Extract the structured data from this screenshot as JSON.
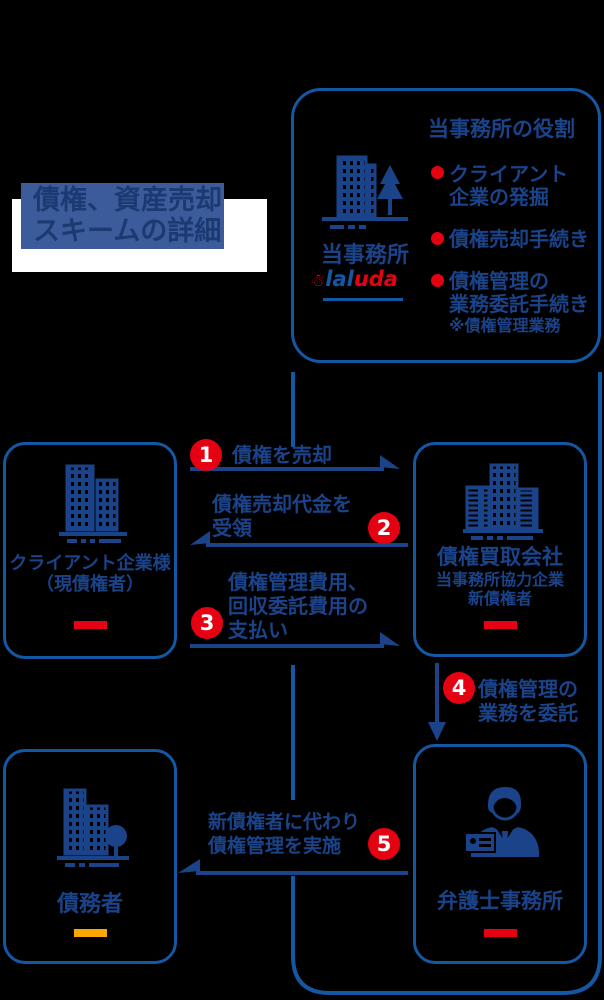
{
  "title": {
    "line1": "債権、資産売却",
    "line2": "スキームの詳細"
  },
  "office_panel": {
    "heading": "当事務所の役割",
    "office_label": "当事務所",
    "logo": {
      "blue": "lal",
      "red": "uda"
    },
    "bullets": [
      {
        "l1": "クライアント",
        "l2": "企業の発掘"
      },
      {
        "l1": "債権売却手続き"
      },
      {
        "l1": "債権管理の",
        "l2": "業務委託手続き",
        "note": "※債権管理業務"
      }
    ]
  },
  "entities": {
    "client": {
      "l1": "クライアント企業様",
      "l2": "（現債権者）"
    },
    "buyer": {
      "name": "債権買取会社",
      "sub1": "当事務所協力企業",
      "sub2": "新債権者"
    },
    "debtor": {
      "name": "債務者"
    },
    "lawyer": {
      "name": "弁護士事務所"
    }
  },
  "flows": [
    {
      "num": "1",
      "l1": "債権を売却"
    },
    {
      "num": "2",
      "l1": "債権売却代金を",
      "l2": "受領"
    },
    {
      "num": "3",
      "l1": "債権管理費用、",
      "l2": "回収委託費用の",
      "l3": "支払い"
    },
    {
      "num": "4",
      "l1": "債権管理の",
      "l2": "業務を委託"
    },
    {
      "num": "5",
      "l1": "新債権者に代わり",
      "l2": "債権管理を実施"
    }
  ],
  "colors": {
    "border_blue": "#1457a2",
    "navy": "#1a4389",
    "red": "#e50012",
    "orange": "#f8a800",
    "title_fill": "#3b5b9b",
    "title_text": "#1c3a72",
    "white": "#ffffff",
    "background": "#000000"
  }
}
